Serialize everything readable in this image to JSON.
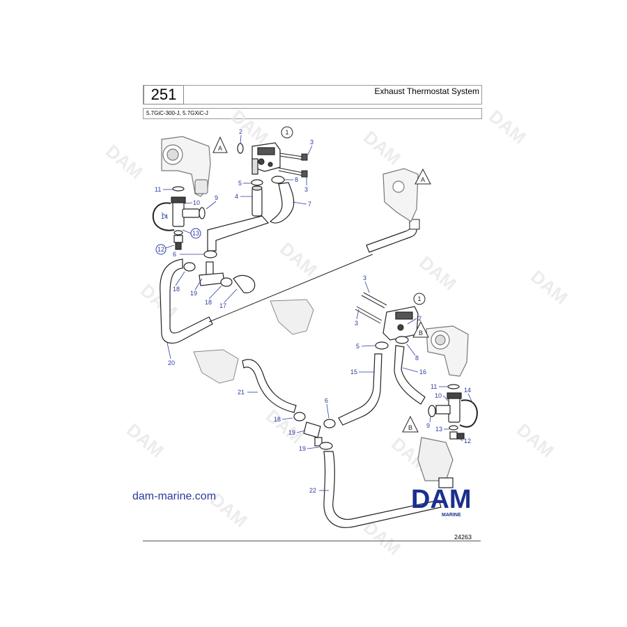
{
  "header": {
    "page_number": "251",
    "title": "Exhaust Thermostat System",
    "models": "5.7GiC-300-J, 5.7GXiC-J"
  },
  "footer": {
    "website": "dam-marine.com",
    "drawing_number": "24263"
  },
  "logo": {
    "text": "DAM",
    "subtext": "MARINE",
    "color": "#1a2f8f"
  },
  "colors": {
    "callout_blue": "#2b3a9e",
    "line": "#222222",
    "watermark": "#e6e6e6"
  },
  "callouts": {
    "c1a": "1",
    "c2a": "2",
    "c3a": "3",
    "c3b": "3",
    "c4": "4",
    "c5a": "5",
    "c6a": "6",
    "c7": "7",
    "c8a": "8",
    "c9a": "9",
    "c10a": "10",
    "c11a": "11",
    "c12a": "12",
    "c13a": "13",
    "c14a": "14",
    "c17": "17",
    "c18a": "18",
    "c18b": "18",
    "c19a": "19",
    "c20": "20",
    "cA1": "A",
    "cA2": "A",
    "c1b": "1",
    "c2b": "2",
    "c3c": "3",
    "c3d": "3",
    "c5b": "5",
    "c8b": "8",
    "c15": "15",
    "c16": "16",
    "c11b": "11",
    "c10b": "10",
    "c14b": "14",
    "c13b": "13",
    "c12b": "12",
    "c9b": "9",
    "c6b": "6",
    "c18c": "18",
    "c19b": "19",
    "c19c": "19",
    "c21": "21",
    "c22": "22",
    "cB1": "B",
    "cB2": "B"
  }
}
